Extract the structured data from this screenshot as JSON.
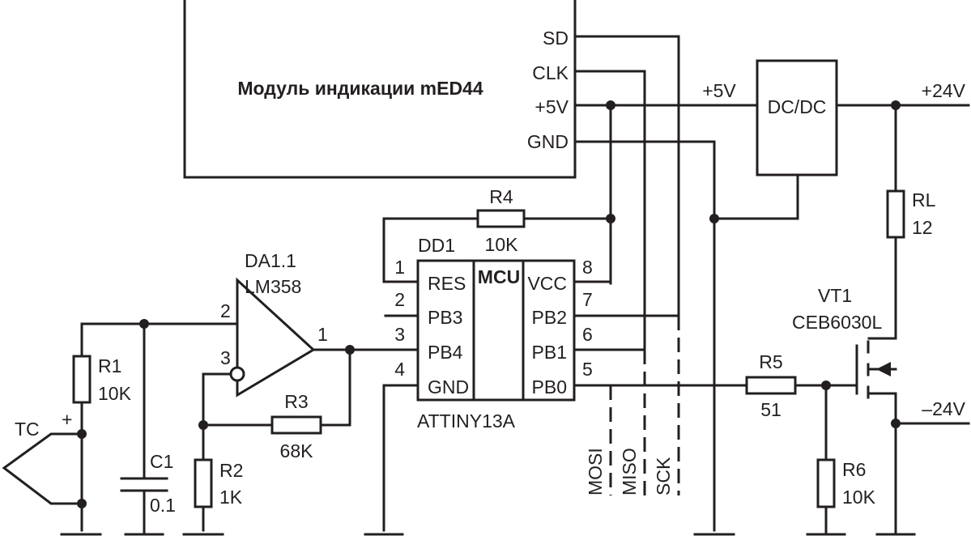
{
  "module": {
    "title": "Модуль индикации mED44",
    "pins": {
      "sd": "SD",
      "clk": "CLK",
      "p5v": "+5V",
      "gnd": "GND"
    }
  },
  "dcdc": {
    "label": "DC/DC",
    "in_label": "+5V",
    "out_label": "+24V"
  },
  "neg_rail": "–24V",
  "mcu": {
    "ref": "DD1",
    "part": "ATTINY13A",
    "core": "MCU",
    "pins_left": [
      {
        "num": "1",
        "name": "RES"
      },
      {
        "num": "2",
        "name": "PB3"
      },
      {
        "num": "3",
        "name": "PB4"
      },
      {
        "num": "4",
        "name": "GND"
      }
    ],
    "pins_right": [
      {
        "num": "8",
        "name": "VCC"
      },
      {
        "num": "7",
        "name": "PB2"
      },
      {
        "num": "6",
        "name": "PB1"
      },
      {
        "num": "5",
        "name": "PB0"
      }
    ]
  },
  "opamp": {
    "ref": "DA1.1",
    "part": "LM358",
    "pin_noninv": "2",
    "pin_inv": "3",
    "pin_out": "1"
  },
  "resistors": {
    "r1": {
      "ref": "R1",
      "value": "10K"
    },
    "r2": {
      "ref": "R2",
      "value": "1K"
    },
    "r3": {
      "ref": "R3",
      "value": "68K"
    },
    "r4": {
      "ref": "R4",
      "value": "10K"
    },
    "r5": {
      "ref": "R5",
      "value": "51"
    },
    "r6": {
      "ref": "R6",
      "value": "10K"
    },
    "rl": {
      "ref": "RL",
      "value": "12"
    }
  },
  "capacitor": {
    "ref": "C1",
    "value": "0.1"
  },
  "thermocouple": {
    "ref": "TC",
    "plus": "+"
  },
  "transistor": {
    "ref": "VT1",
    "part": "CEB6030L"
  },
  "isp": {
    "mosi": "MOSI",
    "miso": "MISO",
    "sck": "SCK"
  }
}
